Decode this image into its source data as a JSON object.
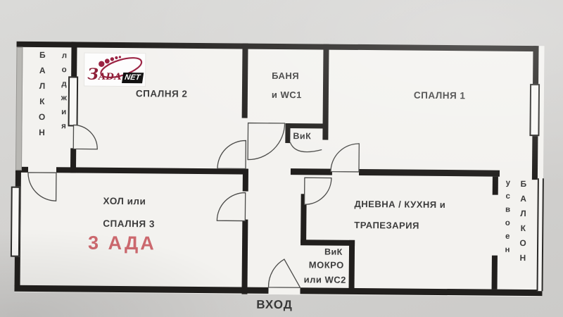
{
  "logo": {
    "prefix": "З",
    "mid": "ADA",
    "suffix": "NET"
  },
  "watermark": "3 АДА",
  "rooms": {
    "balcony_left": "БАЛКОН",
    "loggia": "лоджия",
    "bedroom2": "СПАЛНЯ 2",
    "bath_line1": "БАНЯ",
    "bath_line2": "и WC1",
    "bedroom1": "СПАЛНЯ 1",
    "shaft": "ВиК",
    "hall_line1": "ХОЛ или",
    "hall_line2": "СПАЛНЯ 3",
    "living_line1": "ДНЕВНА / КУХНЯ и",
    "living_line2": "ТРАПЕЗАРИЯ",
    "wet_line1": "ВиК",
    "wet_line2": "МОКРО",
    "wet_line3": "или WC2",
    "balcony_right_state": "усвоен",
    "balcony_right": "БАЛКОН",
    "entrance": "ВХОД"
  },
  "colors": {
    "wall": "#211f1d",
    "paper": "#f3f2ef",
    "background": "#d4d3d1",
    "label_text": "#3c3c3c",
    "watermark_red": "#c6545c",
    "logo_red": "#8f1f38"
  }
}
